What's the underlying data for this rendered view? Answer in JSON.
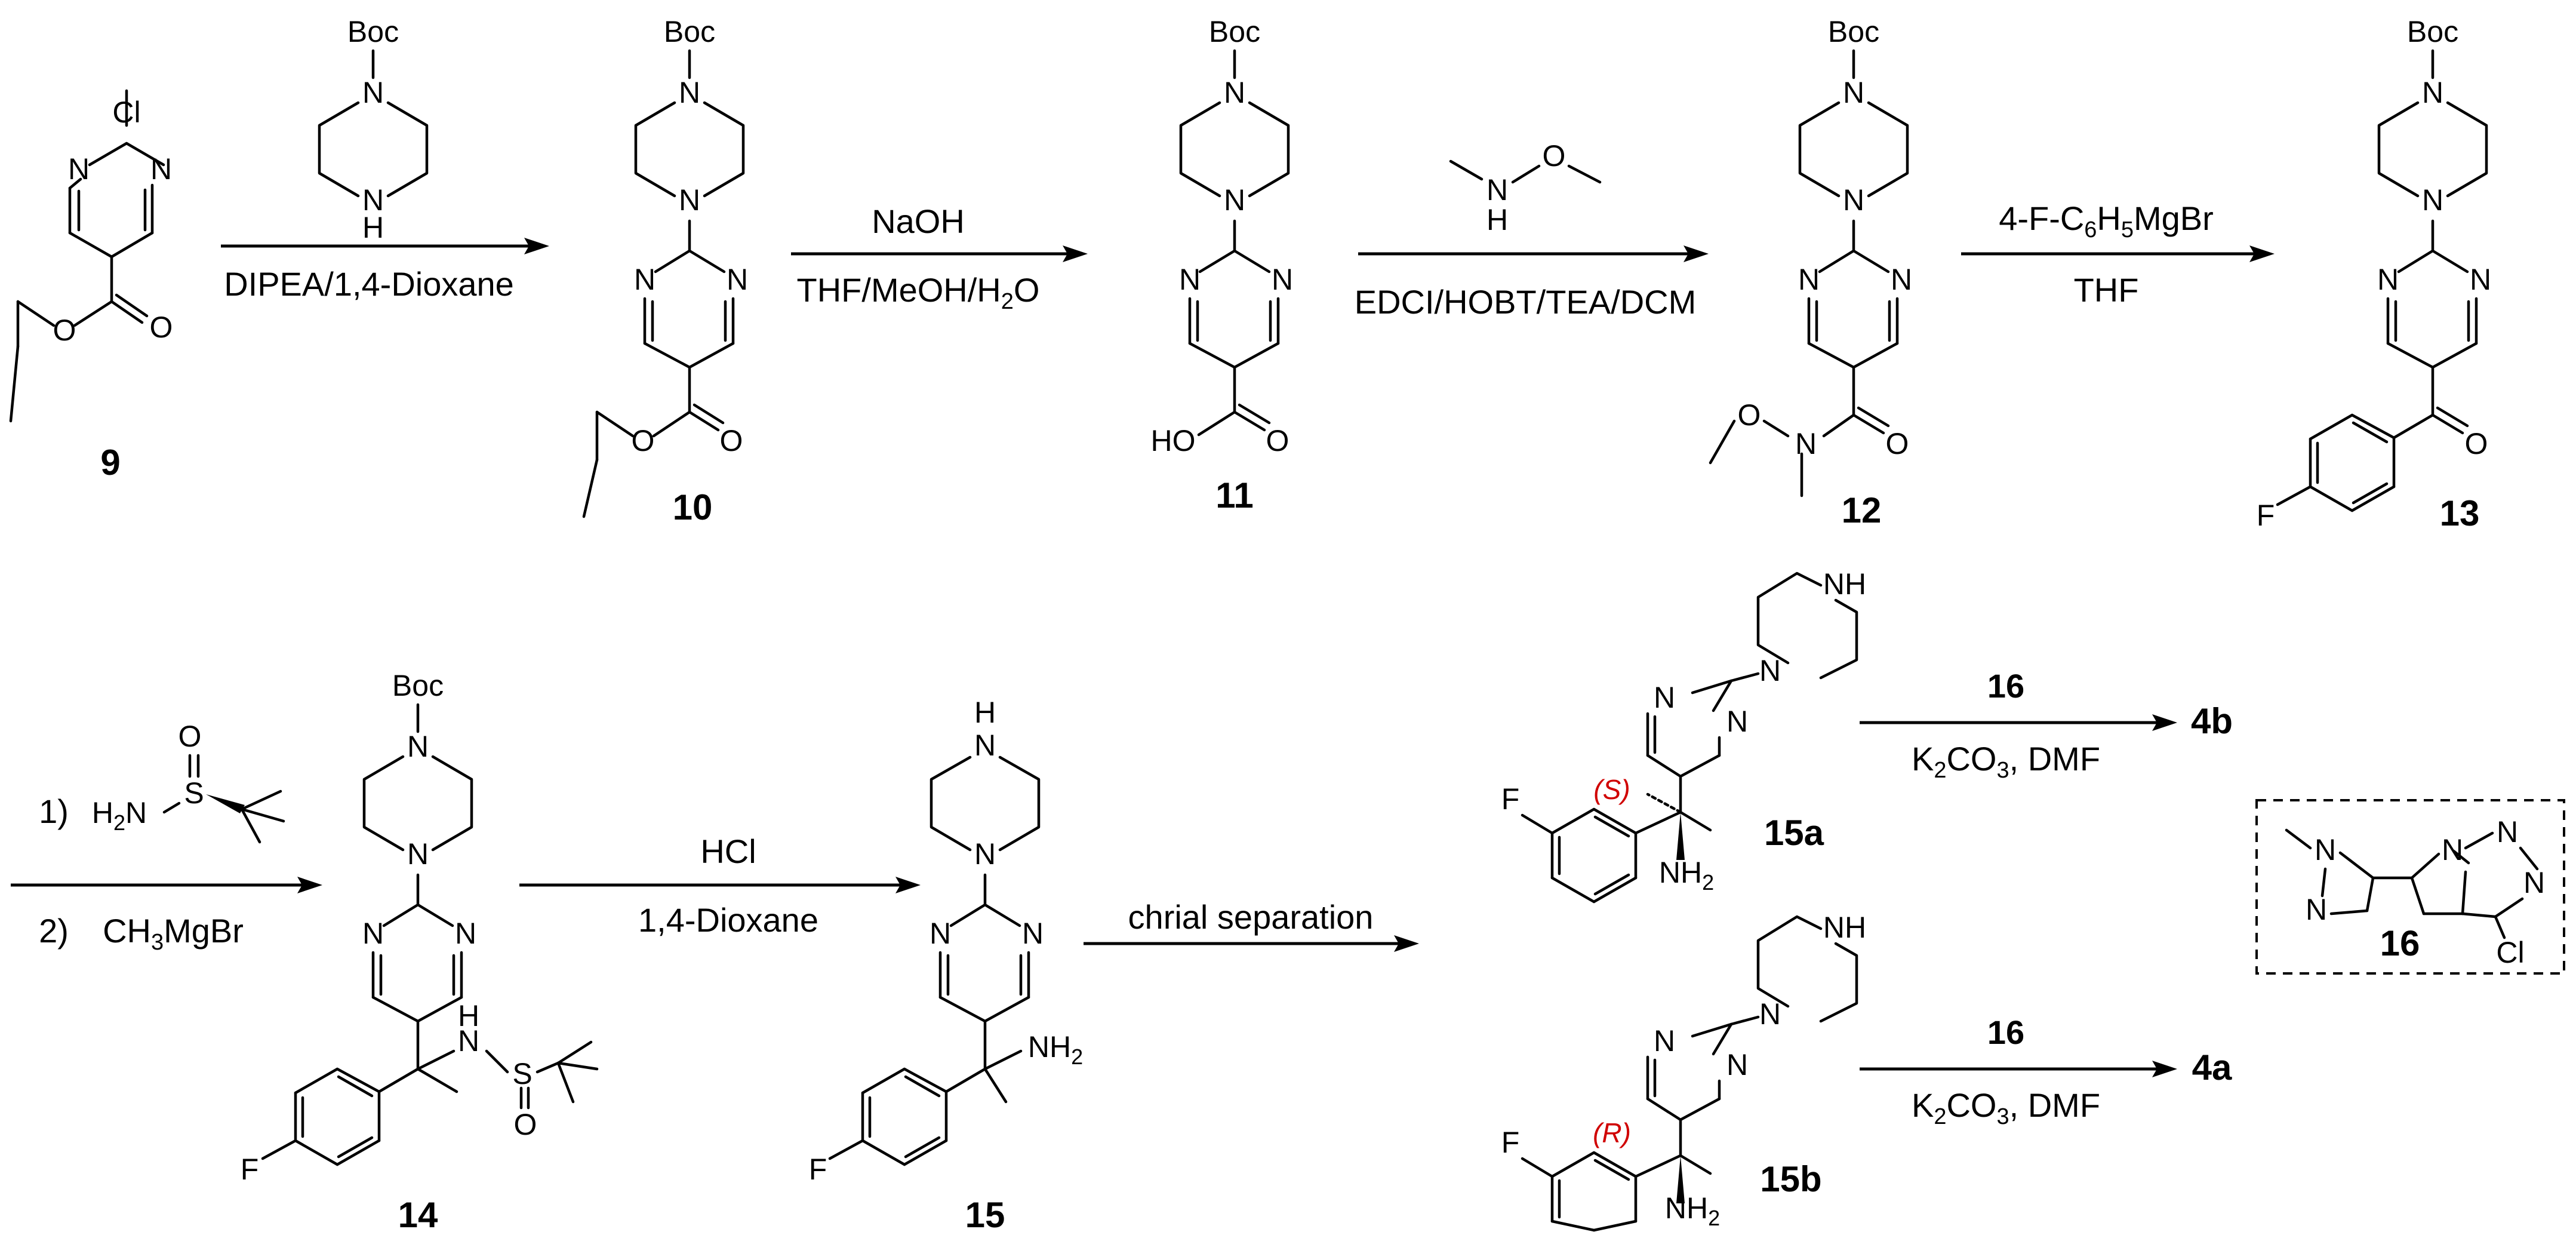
{
  "compounds": {
    "c9": "9",
    "c10": "10",
    "c11": "11",
    "c12": "12",
    "c13": "13",
    "c14": "14",
    "c15": "15",
    "c15a": "15a",
    "c15b": "15b",
    "c16": "16",
    "p4a": "4a",
    "p4b": "4b"
  },
  "atoms": {
    "boc": "Boc",
    "n": "N",
    "nh": "NH",
    "h": "H",
    "o": "O",
    "cl": "Cl",
    "f": "F",
    "ho": "HO",
    "s": "S",
    "h2n": "H2N",
    "nh2": "NH2"
  },
  "steps": [
    {
      "below": "DIPEA/1,4-Dioxane"
    },
    {
      "above": "NaOH",
      "below": "THF/MeOH/H2O"
    },
    {
      "below": "EDCI/HOBT/TEA/DCM"
    },
    {
      "above": "4-F-C6H5MgBr",
      "below": "THF"
    },
    {
      "above_index": "1)",
      "below_index": "2)",
      "below": "CH3MgBr"
    },
    {
      "above": "HCl",
      "below": "1,4-Dioxane"
    },
    {
      "below": "chrial separation"
    },
    {
      "above": "16",
      "below": "K2CO3, DMF"
    },
    {
      "above": "16",
      "below": "K2CO3, DMF"
    }
  ],
  "stereo_labels": {
    "s": "(S)",
    "r": "(R)"
  }
}
